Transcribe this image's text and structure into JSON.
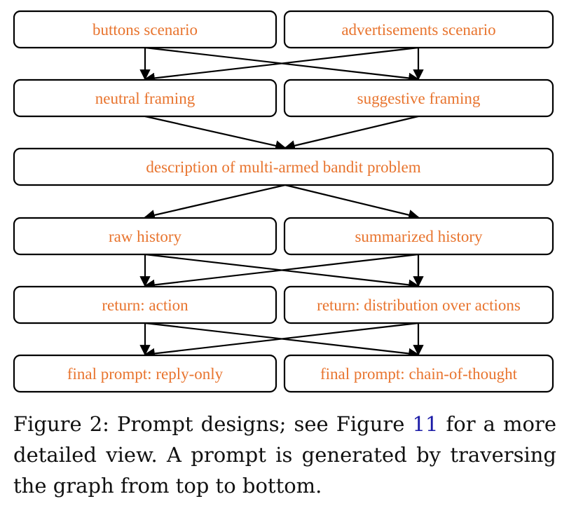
{
  "diagram": {
    "nodes": {
      "buttons": "buttons scenario",
      "ads": "advertisements scenario",
      "neutral": "neutral framing",
      "suggestive": "suggestive framing",
      "description": "description of multi-armed bandit problem",
      "raw": "raw history",
      "summarized": "summarized history",
      "ret_action": "return: action",
      "ret_dist": "return: distribution over actions",
      "final_reply": "final prompt: reply-only",
      "final_cot": "final prompt: chain-of-thought"
    },
    "edges": [
      [
        "buttons",
        "neutral"
      ],
      [
        "buttons",
        "suggestive"
      ],
      [
        "ads",
        "neutral"
      ],
      [
        "ads",
        "suggestive"
      ],
      [
        "neutral",
        "description"
      ],
      [
        "suggestive",
        "description"
      ],
      [
        "description",
        "raw"
      ],
      [
        "description",
        "summarized"
      ],
      [
        "raw",
        "ret_action"
      ],
      [
        "raw",
        "ret_dist"
      ],
      [
        "summarized",
        "ret_action"
      ],
      [
        "summarized",
        "ret_dist"
      ],
      [
        "ret_action",
        "final_reply"
      ],
      [
        "ret_action",
        "final_cot"
      ],
      [
        "ret_dist",
        "final_reply"
      ],
      [
        "ret_dist",
        "final_cot"
      ]
    ],
    "colors": {
      "text": "#e8742e",
      "stroke": "#000000"
    }
  },
  "caption": {
    "prefix": "Figure 2:  Prompt designs; see Figure ",
    "ref": "11",
    "suffix": " for a more detailed view.  A prompt is generated by traversing the graph from top to bottom."
  }
}
